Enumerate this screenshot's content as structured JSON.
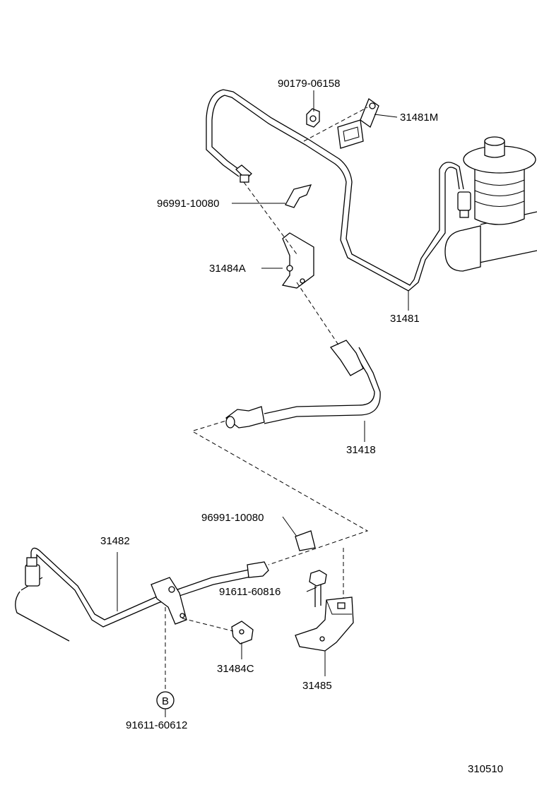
{
  "diagram": {
    "figure_number": "310510",
    "callouts": [
      {
        "id": "nut",
        "text": "90179-06158"
      },
      {
        "id": "clamp-top",
        "text": "31481M"
      },
      {
        "id": "clip-top",
        "text": "96991-10080"
      },
      {
        "id": "bracket-a",
        "text": "31484A"
      },
      {
        "id": "tube-upper",
        "text": "31481"
      },
      {
        "id": "hose",
        "text": "31418"
      },
      {
        "id": "clip-lower",
        "text": "96991-10080"
      },
      {
        "id": "tube-lower",
        "text": "31482"
      },
      {
        "id": "bolt-lower",
        "text": "91611-60816"
      },
      {
        "id": "bracket-c",
        "text": "31484C"
      },
      {
        "id": "bracket-lower",
        "text": "31485"
      },
      {
        "id": "bolt-b",
        "text": "91611-60612"
      }
    ],
    "ref_marker": "B"
  }
}
